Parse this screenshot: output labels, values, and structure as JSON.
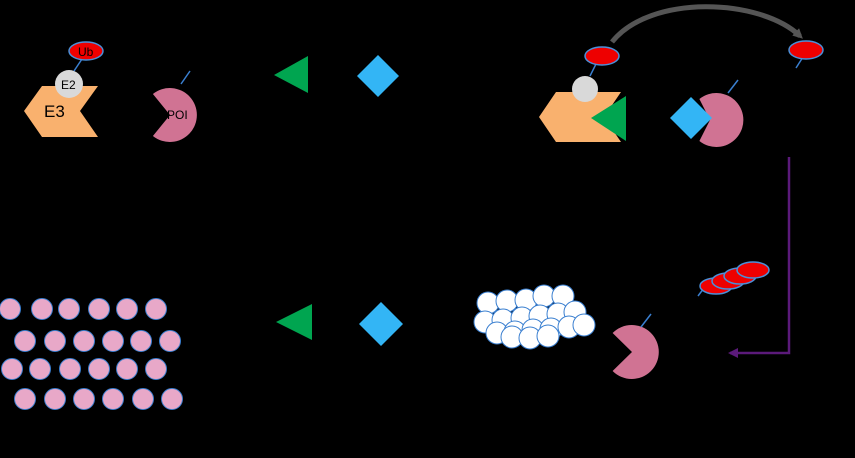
{
  "labels": {
    "ub": "Ub",
    "e2": "E2",
    "e3": "E3",
    "poi": "POI"
  },
  "colors": {
    "background": "#000000",
    "e3_ligase": "#F9B16E",
    "e2_enzyme": "#D9D9D9",
    "ubiquitin": "#EE0000",
    "ubiquitin_outline": "#4A90D9",
    "poi": "#D07393",
    "e3_ligand": "#00A550",
    "poi_ligand": "#33B5F5",
    "amino_acid": "#E8A8C8",
    "proteasome": "#FFFFFF",
    "curved_arrow": "#666666",
    "degradation_arrow": "#5B1A7A",
    "linker": "#3A7FD0"
  }
}
